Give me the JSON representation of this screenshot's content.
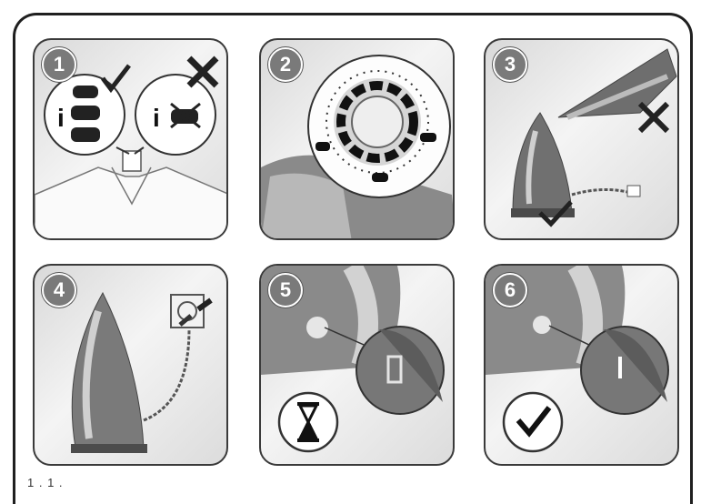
{
  "panels": [
    {
      "step": "1",
      "icon": "fabric-label-check-icon"
    },
    {
      "step": "2",
      "icon": "temperature-dial-icon"
    },
    {
      "step": "3",
      "icon": "iron-upright-icon"
    },
    {
      "step": "4",
      "icon": "iron-plug-in-icon"
    },
    {
      "step": "5",
      "icon": "hourglass-icon"
    },
    {
      "step": "6",
      "icon": "checkmark-icon"
    }
  ],
  "caption": "1 . 1 ."
}
